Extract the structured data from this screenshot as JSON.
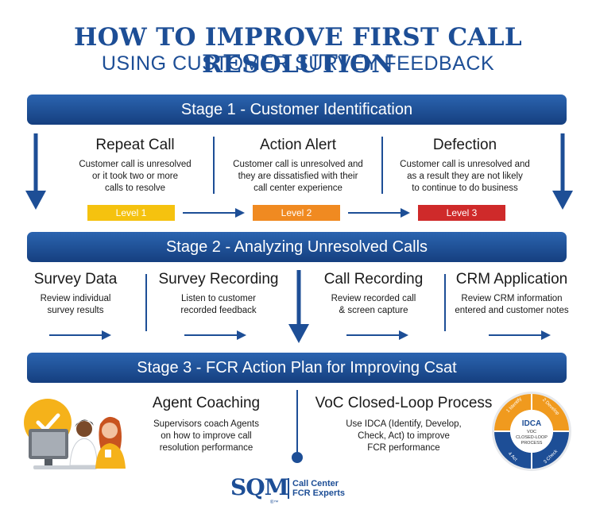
{
  "title": {
    "line1": "HOW TO IMPROVE FIRST CALL RESOLUTION",
    "line2": "USING CUSTOMER SURVEY FEEDBACK"
  },
  "stage1": {
    "label": "Stage 1 - Customer Identification",
    "columns": [
      {
        "heading": "Repeat Call",
        "desc": [
          "Customer call is unresolved",
          "or it took two or more",
          "calls to resolve"
        ],
        "level": "Level 1",
        "color": "#f5c20f"
      },
      {
        "heading": "Action Alert",
        "desc": [
          "Customer call is unresolved and",
          "they are dissatisfied with their",
          "call center experience"
        ],
        "level": "Level 2",
        "color": "#f08a21"
      },
      {
        "heading": "Defection",
        "desc": [
          "Customer call is unresolved and",
          "as a result they are not likely",
          "to continue to do business"
        ],
        "level": "Level 3",
        "color": "#cf2a2a"
      }
    ]
  },
  "stage2": {
    "label": "Stage 2 - Analyzing Unresolved Calls",
    "columns": [
      {
        "heading": "Survey Data",
        "desc": [
          "Review individual",
          "survey results"
        ]
      },
      {
        "heading": "Survey Recording",
        "desc": [
          "Listen to customer",
          "recorded feedback"
        ]
      },
      {
        "heading": "Call Recording",
        "desc": [
          "Review recorded call",
          "& screen capture"
        ]
      },
      {
        "heading": "CRM Application",
        "desc": [
          "Review CRM information",
          "entered and customer notes"
        ]
      }
    ]
  },
  "stage3": {
    "label": "Stage 3 - FCR Action Plan for Improving Csat",
    "left": {
      "heading": "Agent Coaching",
      "desc": [
        "Supervisors coach Agents",
        "on how to improve call",
        "resolution performance"
      ]
    },
    "right": {
      "heading": "VoC Closed-Loop Process",
      "desc": [
        "Use IDCA (Identify, Develop,",
        "Check, Act) to improve",
        "FCR performance"
      ]
    },
    "badge": {
      "title": "IDCA",
      "subtitle": [
        "VOC",
        "CLOSED-LOOP",
        "PROCESS"
      ],
      "segments": [
        "1 Identify",
        "2 Develop",
        "3 Check",
        "4 Act"
      ],
      "colors": [
        "#f09a1e",
        "#f09a1e",
        "#1d4e96",
        "#1d4e96"
      ]
    }
  },
  "logo": {
    "mark": "SQM",
    "tagline1": "Call Center",
    "tagline2": "FCR Experts",
    "tm": "®™"
  },
  "colors": {
    "primary": "#1d4e96",
    "check": "#f5b21a"
  }
}
